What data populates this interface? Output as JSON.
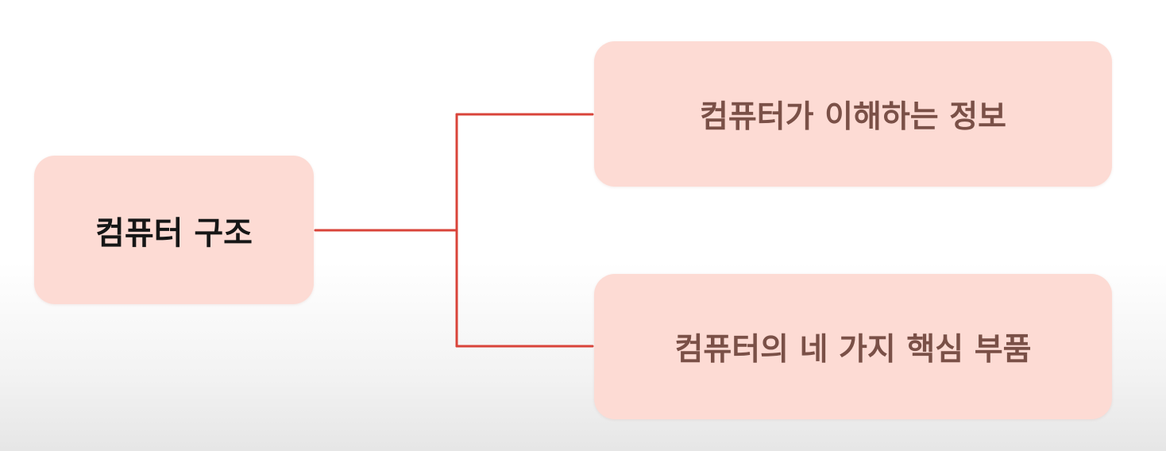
{
  "diagram": {
    "root": {
      "label": "컴퓨터 구조"
    },
    "children": [
      {
        "label": "컴퓨터가 이해하는 정보"
      },
      {
        "label": "컴퓨터의 네 가지 핵심 부품"
      }
    ]
  },
  "colors": {
    "node_fill": "#fddbd4",
    "root_text": "#161616",
    "child_text": "#7a5047",
    "connector": "#d9443a"
  }
}
